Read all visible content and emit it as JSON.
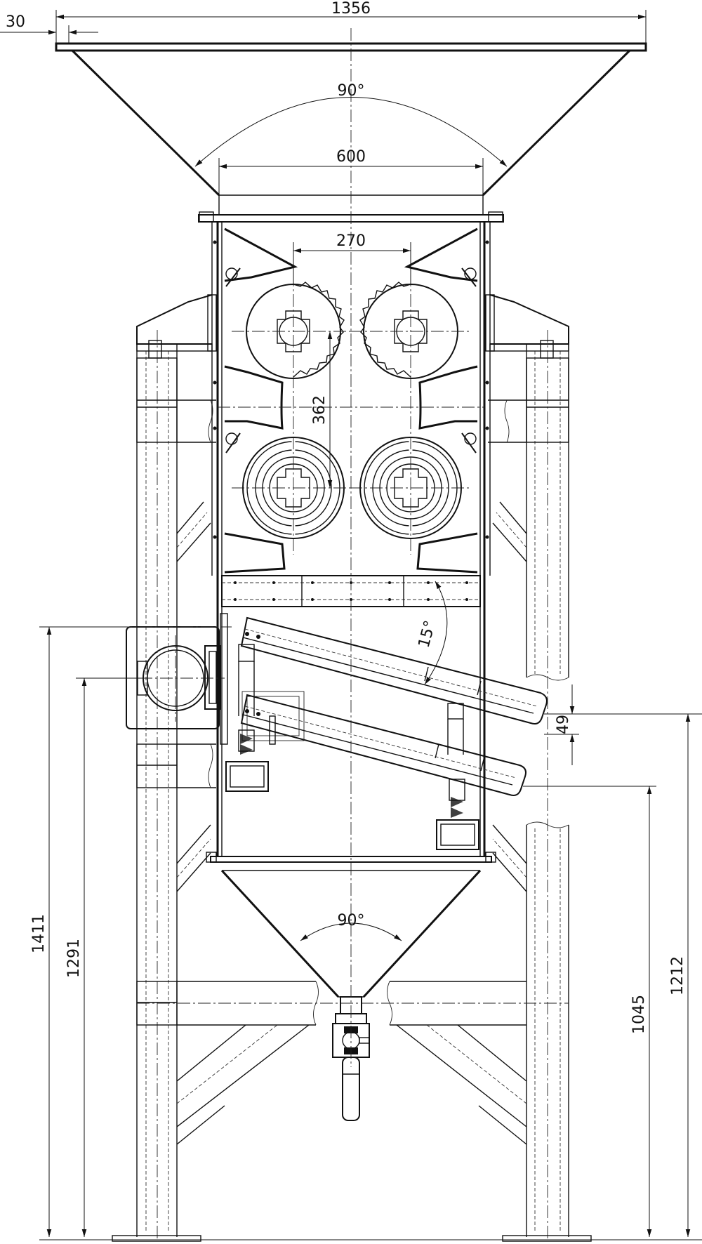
{
  "dimensions": {
    "overall_width": "1356",
    "flange_overhang": "30",
    "hopper_angle": "90°",
    "hopper_outlet": "600",
    "roll_spacing": "270",
    "roll_vertical": "362",
    "screen_angle": "15°",
    "screen_gap": "49",
    "motor_height": "1411",
    "motor_axis_height": "1291",
    "lower_screen_height": "1045",
    "upper_screen_height": "1212",
    "cone_angle": "90°"
  },
  "colors": {
    "line": "#111111",
    "background": "#ffffff"
  }
}
